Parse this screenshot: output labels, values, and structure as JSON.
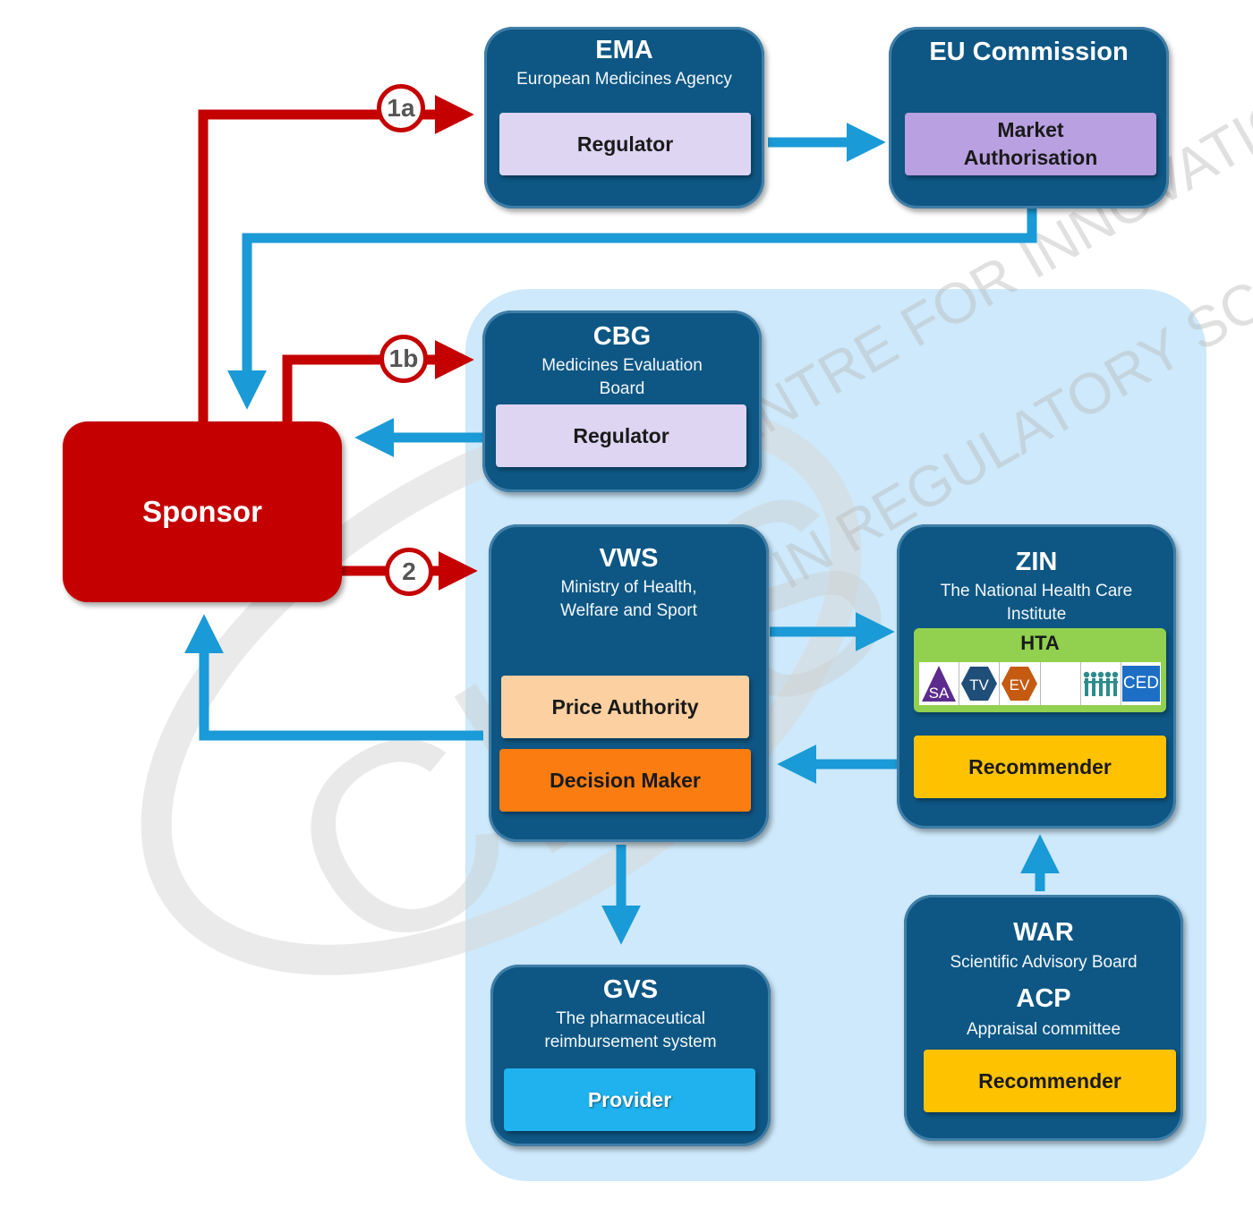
{
  "nodes": {
    "ema": {
      "name": "EMA",
      "full": "European Medicines Agency",
      "role": "Regulator"
    },
    "eu": {
      "name": "EU Commission",
      "role": "Market Authorisation"
    },
    "cbg": {
      "name": "CBG",
      "full": "Medicines Evaluation Board",
      "role": "Regulator"
    },
    "sponsor": {
      "name": "Sponsor"
    },
    "vws": {
      "name": "VWS",
      "full": "Ministry of Health, Welfare and Sport",
      "role_price": "Price Authority",
      "role_decision": "Decision Maker"
    },
    "zin": {
      "name": "ZIN",
      "full": "The National Health Care Institute",
      "hta_label": "HTA",
      "role": "Recommender"
    },
    "gvs": {
      "name": "GVS",
      "full": "The pharmaceutical reimbursement system",
      "role": "Provider"
    },
    "war": {
      "name": "WAR",
      "full": "Scientific Advisory Board",
      "acp_name": "ACP",
      "acp_full": "Appraisal committee",
      "role": "Recommender"
    }
  },
  "hta_icons": [
    {
      "label": "SA",
      "icon": "triangle-icon",
      "color": "#5b2c8e"
    },
    {
      "label": "TV",
      "icon": "hexagon-icon",
      "color": "#1f4e79"
    },
    {
      "label": "EV",
      "icon": "hexagon-icon",
      "color": "#c55a11"
    },
    {
      "label": "",
      "icon": "blank"
    },
    {
      "label": "",
      "icon": "people-chain-icon",
      "color": "#2e8b8b"
    },
    {
      "label": "CED",
      "icon": "square-icon",
      "color": "#1c6fc4"
    }
  ],
  "markers": {
    "m1a": "1a",
    "m1b": "1b",
    "m2": "2"
  },
  "watermark": {
    "logo": "CIRS",
    "line1": "Centre for Innovation",
    "line2": "in Regulatory Science"
  },
  "colors": {
    "node": "#0e5784",
    "sponsor": "#c40000",
    "arrow_blue": "#1a9ad6",
    "arrow_red": "#c40000",
    "panel": "#cde9fb"
  }
}
